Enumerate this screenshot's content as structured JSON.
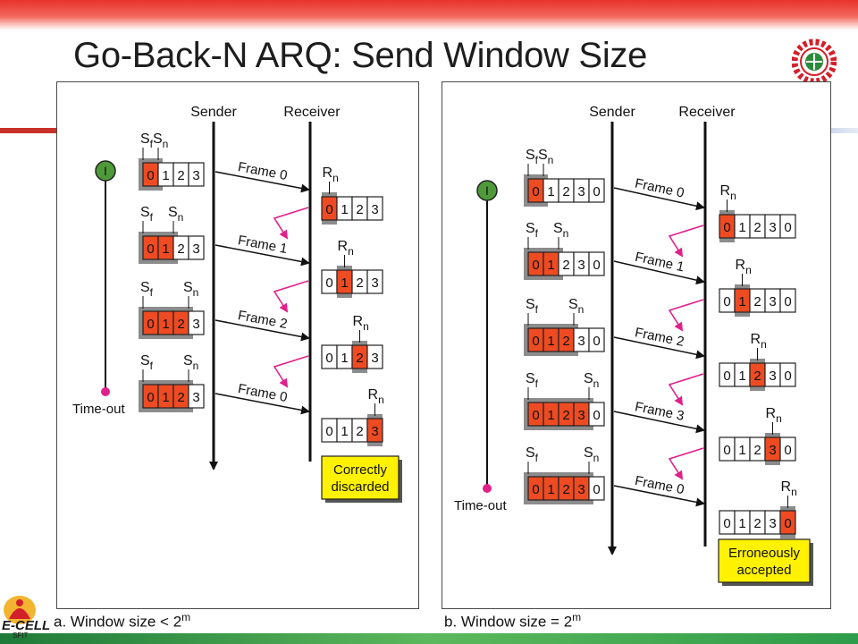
{
  "slide": {
    "title": "Go-Back-N ARQ: Send Window Size"
  },
  "logos": {
    "ecell_text": "E-CELL SFIT"
  },
  "common": {
    "sender": "Sender",
    "receiver": "Receiver",
    "timer": "I",
    "timeout": "Time-out",
    "sf": "S",
    "sf_sub": "f",
    "sn": "S",
    "sn_sub": "n",
    "rn": "R",
    "rn_sub": "n"
  },
  "panel_a": {
    "caption_prefix": "a. Window size < 2",
    "caption_exp": "m",
    "frames": [
      "Frame 0",
      "Frame 1",
      "Frame 2",
      "Frame 0"
    ],
    "send_cells": [
      "0",
      "1",
      "2",
      "3"
    ],
    "send_highlight": [
      1,
      2,
      3,
      3
    ],
    "recv_cells": [
      "0",
      "1",
      "2",
      "3"
    ],
    "recv_highlight": [
      0,
      1,
      2,
      3
    ],
    "result_line1": "Correctly",
    "result_line2": "discarded"
  },
  "panel_b": {
    "caption_prefix": "b. Window size = 2",
    "caption_exp": "m",
    "frames": [
      "Frame 0",
      "Frame 1",
      "Frame 2",
      "Frame 3",
      "Frame 0"
    ],
    "send_cells": [
      "0",
      "1",
      "2",
      "3",
      "0"
    ],
    "send_highlight": [
      1,
      2,
      3,
      4,
      4
    ],
    "recv_cells": [
      "0",
      "1",
      "2",
      "3",
      "0"
    ],
    "recv_highlight": [
      0,
      1,
      2,
      3,
      4
    ],
    "result_line1": "Erroneously",
    "result_line2": "accepted"
  },
  "colors": {
    "cell_fill": "#ee4b23",
    "window_shade": "#8c8c8c",
    "ack_arrow": "#e0218a",
    "timer_fill": "#4e9a3a",
    "timeout_dot": "#e0218a",
    "result_box": "#fff200"
  }
}
